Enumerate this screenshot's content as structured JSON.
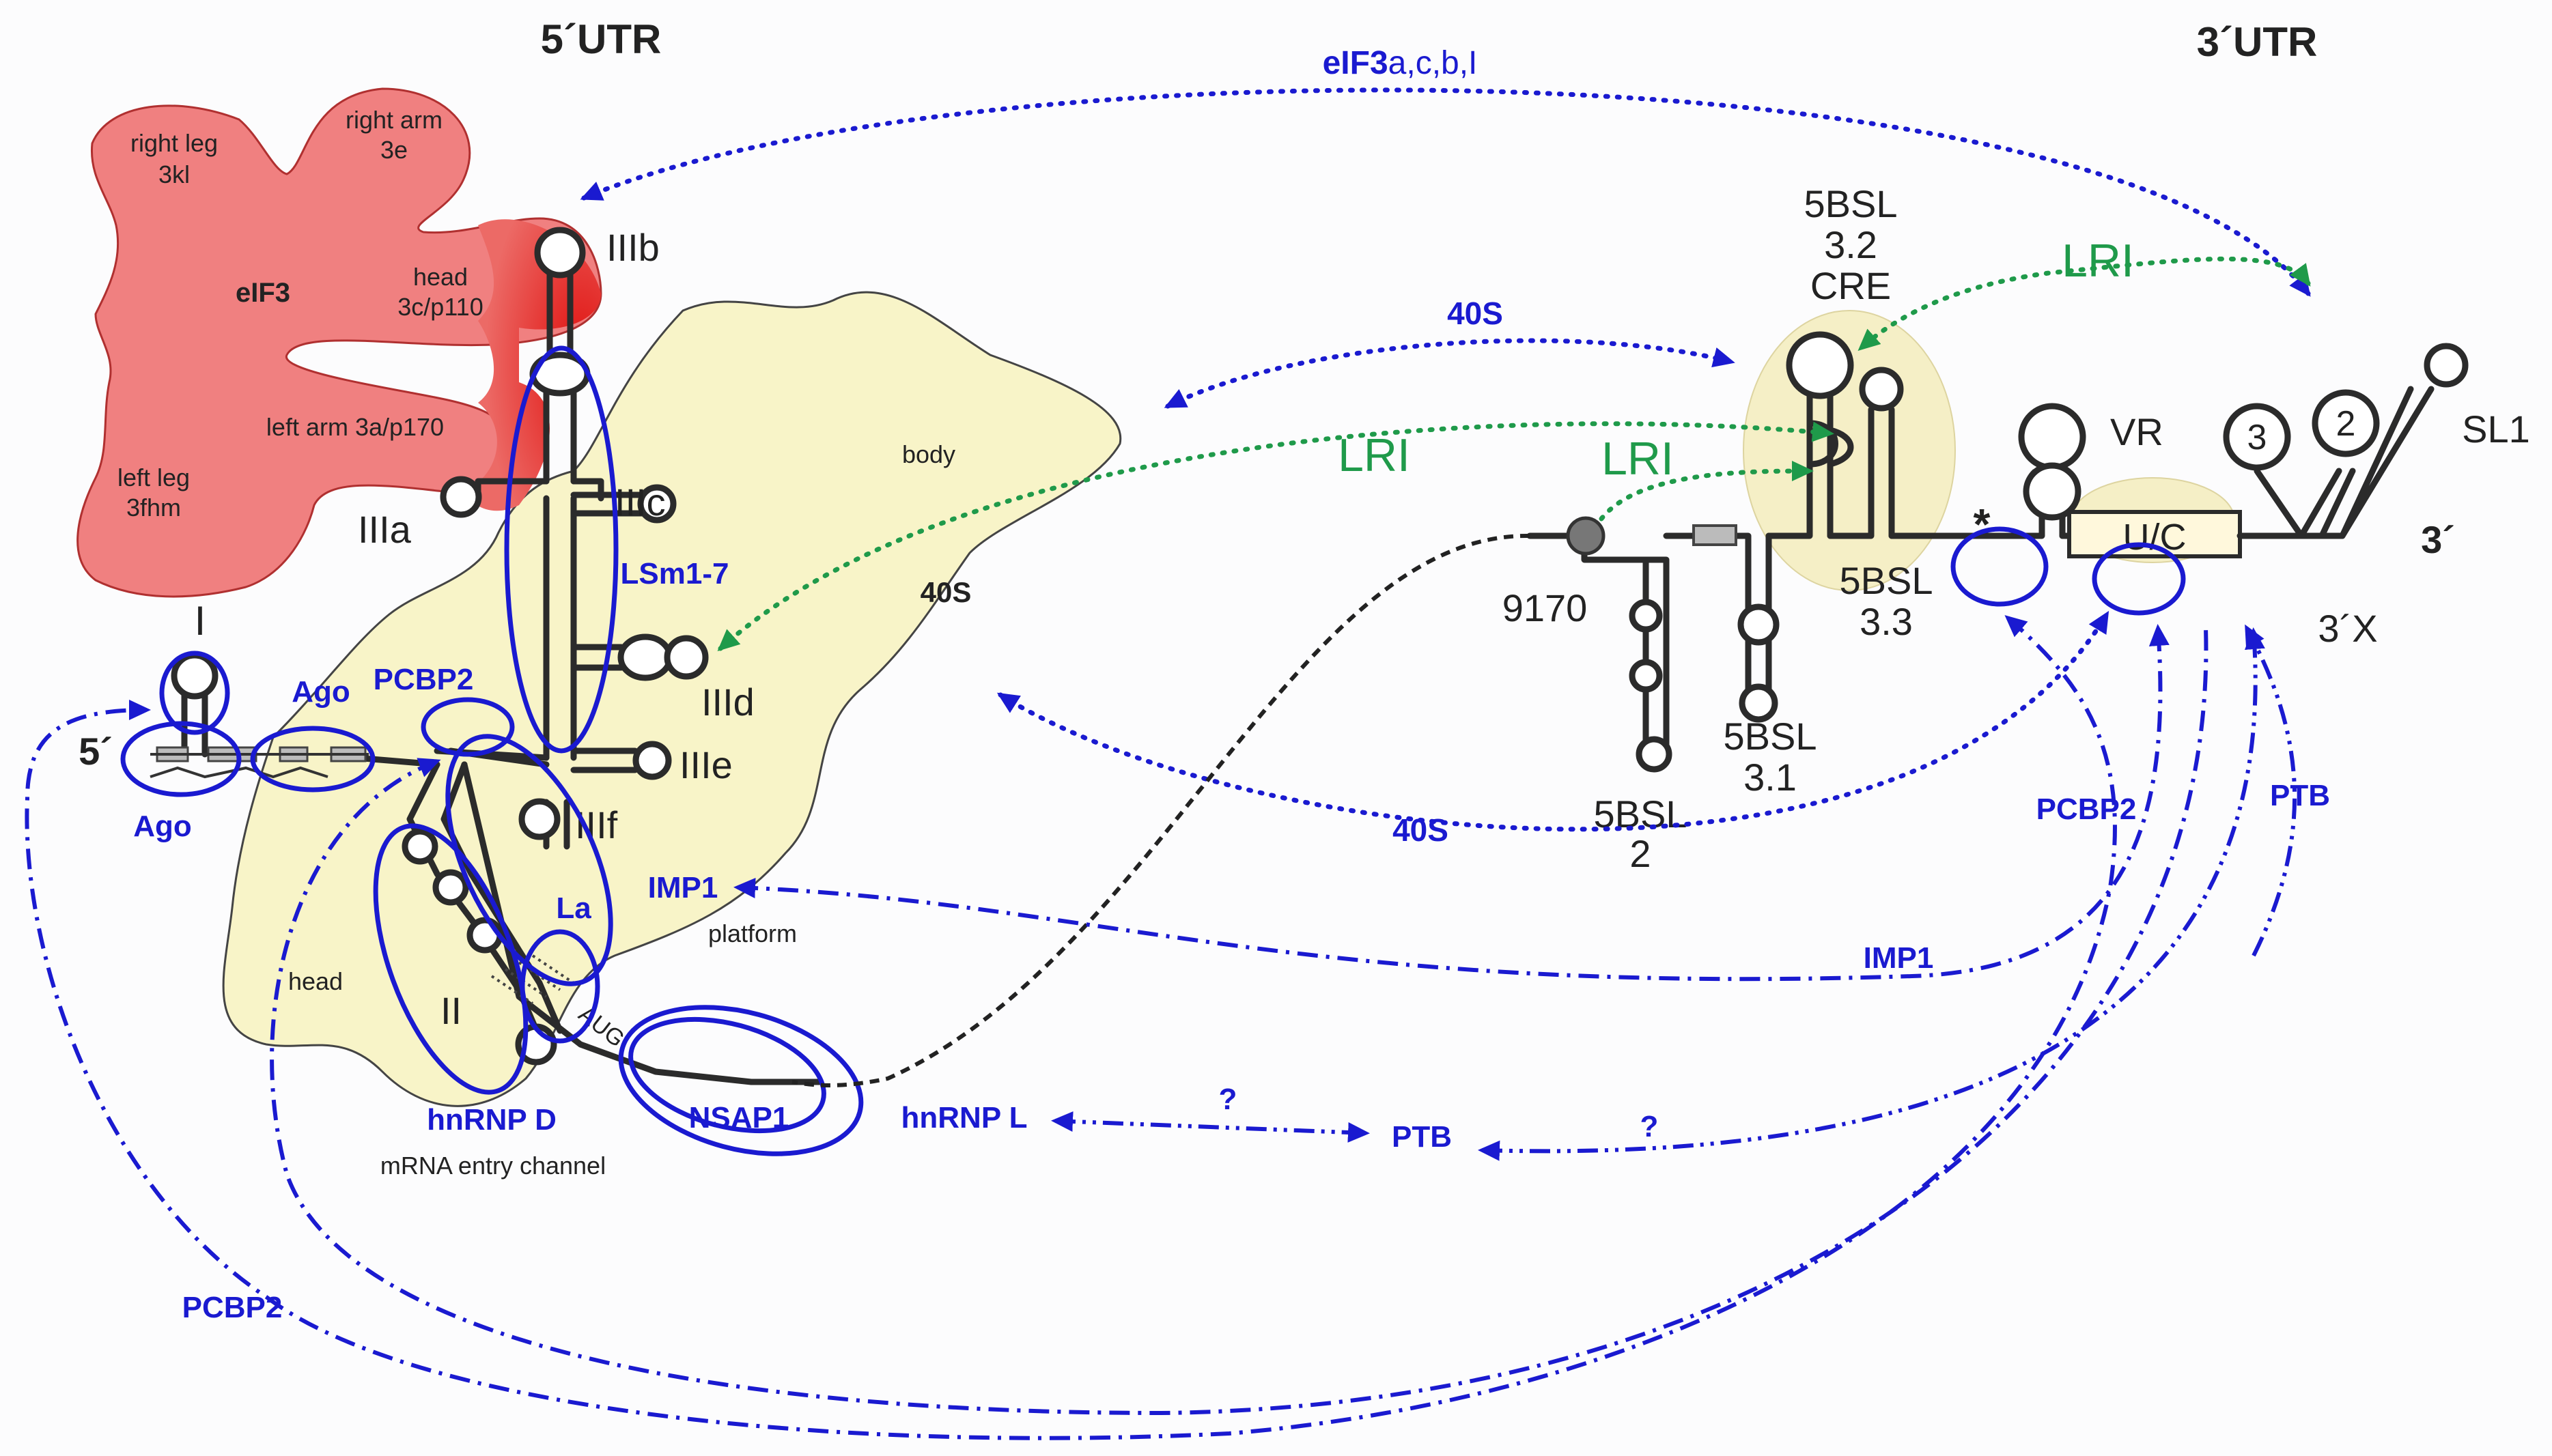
{
  "headers": {
    "utr5": "5´UTR",
    "utr3": "3´UTR"
  },
  "eif3": {
    "name": "eIF3",
    "right_leg": [
      "right leg",
      "3kl"
    ],
    "right_arm": [
      "right arm",
      "3e"
    ],
    "head": [
      "head",
      "3c/p110"
    ],
    "left_arm": "left arm 3a/p170",
    "left_leg": [
      "left leg",
      "3fhm"
    ]
  },
  "ribosome": {
    "body": "body",
    "name": "40S",
    "platform": "platform",
    "head": "head",
    "channel": "mRNA entry channel"
  },
  "domains_5utr": {
    "IIIb": "IIIb",
    "IIIa": "IIIa",
    "IIIc": "IIIc",
    "IIId": "IIId",
    "IIIe": "IIIe",
    "IIIf": "IIIf",
    "II": "II",
    "I": "I",
    "five_prime": "5´",
    "aug": "AUG"
  },
  "factors_5utr": {
    "ago_top": "Ago",
    "ago_bottom": "Ago",
    "pcbp2": "PCBP2",
    "lsm": "LSm1-7",
    "la": "La",
    "imp1": "IMP1",
    "hnrnpd": "hnRNP D",
    "nsap1": "NSAP1",
    "hnrnpl": "hnRNP L",
    "ptb_mid": "PTB"
  },
  "utr3_elements": {
    "cre": [
      "5BSL",
      "3.2",
      "CRE"
    ],
    "bsl33": [
      "5BSL",
      "3.3"
    ],
    "bsl31": [
      "5BSL",
      "3.1"
    ],
    "bsl2": [
      "5BSL",
      "2"
    ],
    "pos": "9170",
    "vr": "VR",
    "uc": "U/C",
    "sl1": "SL1",
    "sl2": "2",
    "sl3": "3",
    "three_prime": "3´",
    "x3": "3´X",
    "star": "*"
  },
  "interactions": {
    "eif3_label": "eIF3",
    "eif3_suffix": "a,c,b,I",
    "s40_top": "40S",
    "s40_bottom": "40S",
    "lri_top": "LRI",
    "lri_mid": "LRI",
    "lri_left": "LRI",
    "pcbp2_right": "PCBP2",
    "ptb_right": "PTB",
    "imp1_right": "IMP1",
    "pcbp2_bottom": "PCBP2",
    "q1": "?",
    "q2": "?"
  },
  "colors": {
    "blue": "#1a1ad0",
    "green": "#1f9a4a",
    "eif3_red": "#e8524f",
    "ribosome": "#f8f4c8"
  }
}
